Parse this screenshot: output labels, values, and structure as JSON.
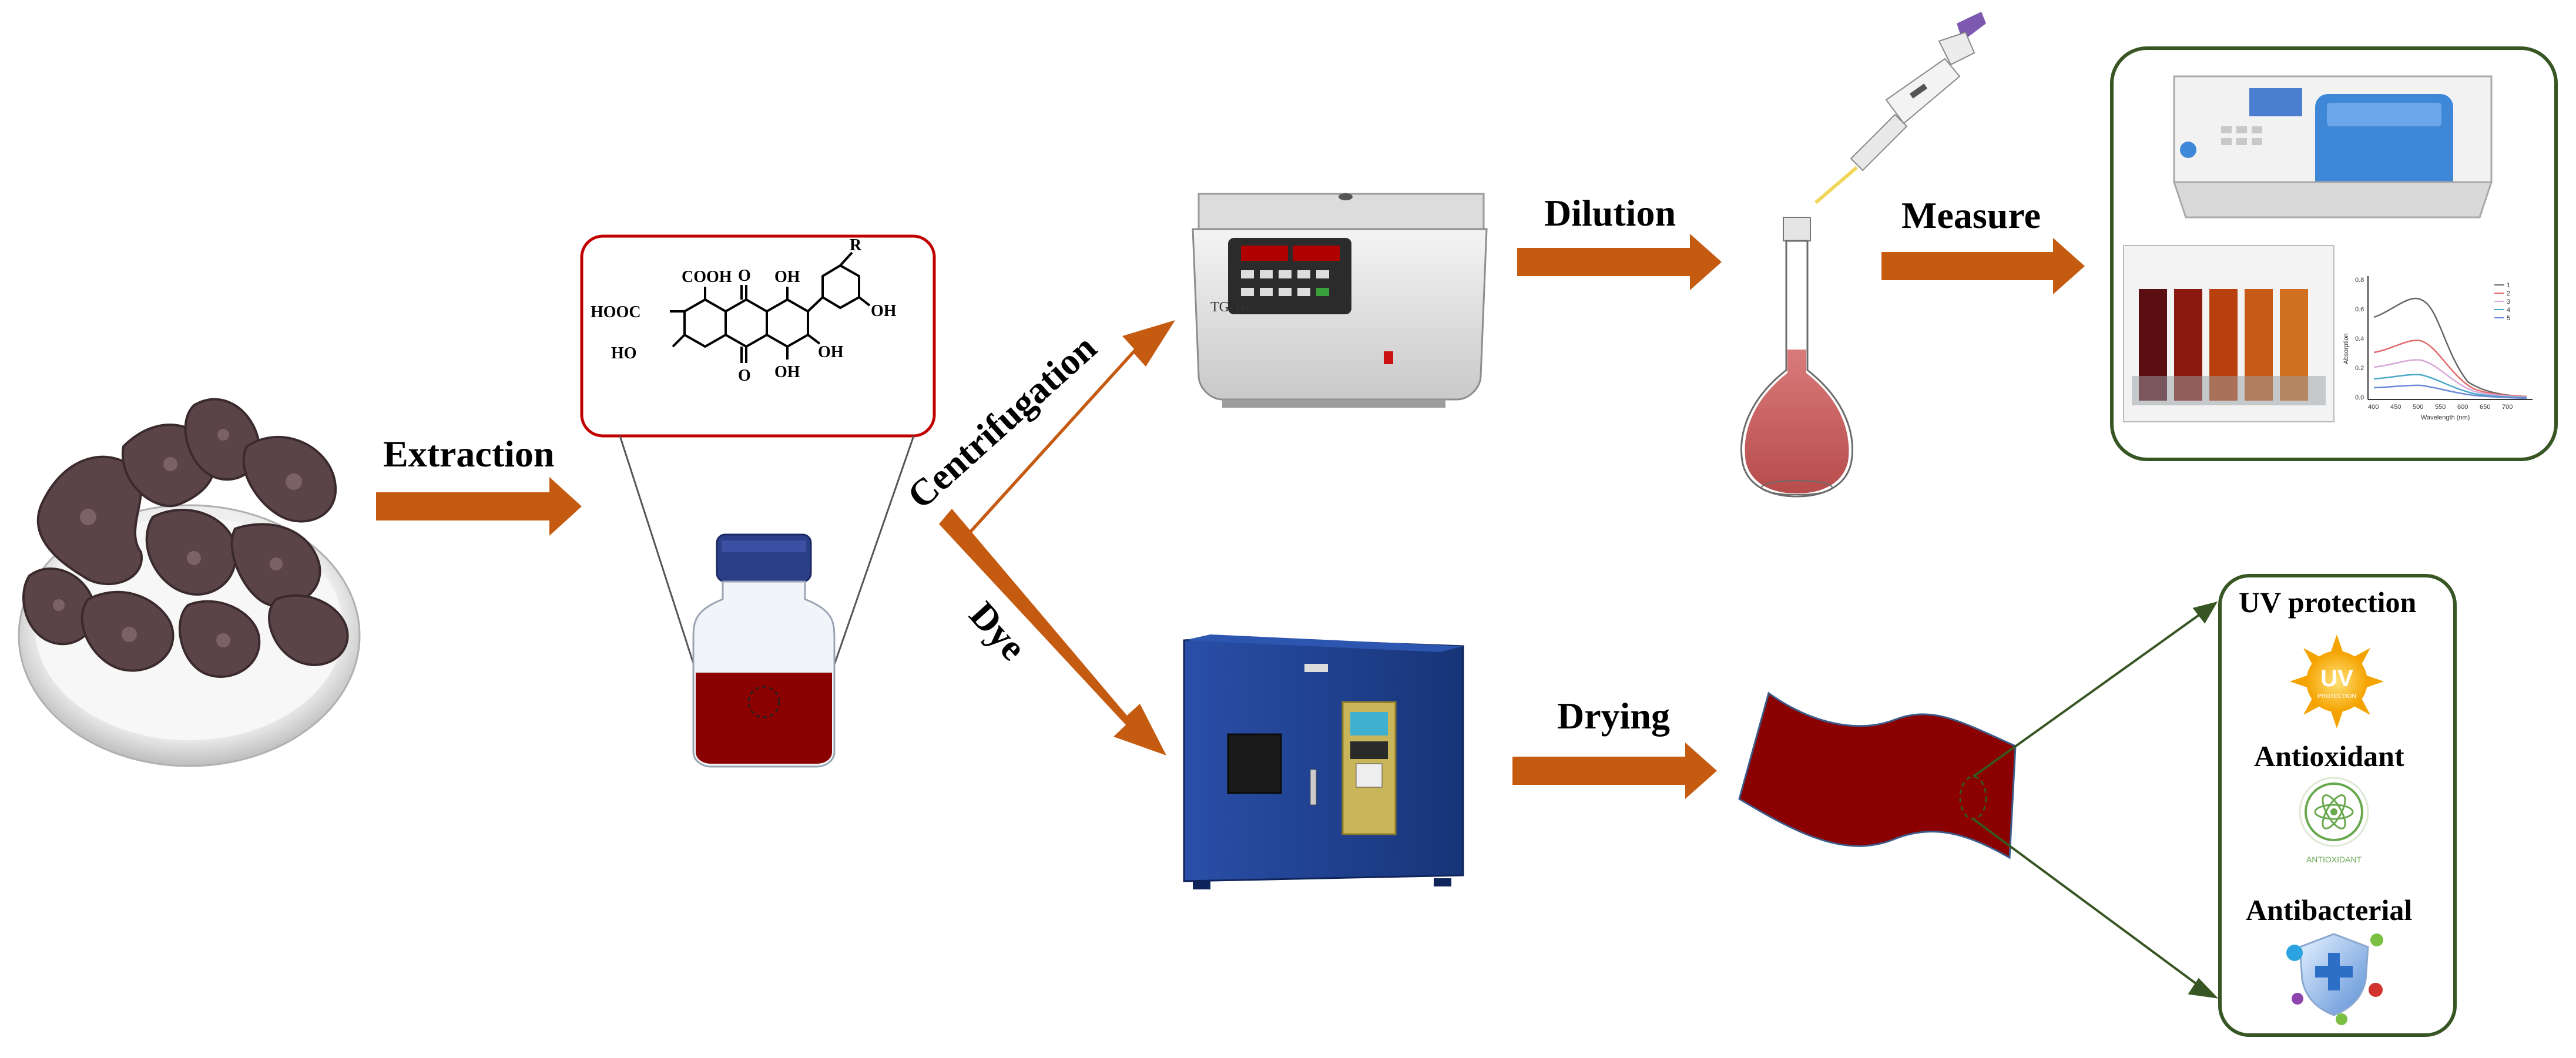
{
  "steps": {
    "extraction": "Extraction",
    "centrifugation": "Centrifugation",
    "dye": "Dye",
    "dilution": "Dilution",
    "measure": "Measure",
    "drying": "Drying"
  },
  "molecule": {
    "cooh": "COOH",
    "hooc": "HOOC",
    "ho_left": "HO",
    "oh_top": "OH",
    "oh_right": "OH",
    "oh_bottom": "OH",
    "oh_ring": "OH",
    "r": "R",
    "o_top": "O",
    "o_bottom": "O"
  },
  "equipment": {
    "centrifuge_model": "TG-16"
  },
  "properties": {
    "uv": "UV protection",
    "antioxidant": "Antioxidant",
    "antibacterial": "Antibacterial",
    "uv_badge": "UV",
    "uv_badge_sub": "PROTECTION",
    "antioxidant_badge": "ANTIOXIDANT"
  },
  "spectrum_chart": {
    "ylabel": "Absorption",
    "xlabel": "Wavelength (nm)",
    "xticks": [
      "400",
      "450",
      "500",
      "550",
      "600",
      "650",
      "700"
    ],
    "yticks": [
      "0.8",
      "0.6",
      "0.4",
      "0.2",
      "0.0"
    ],
    "legend": [
      "1",
      "2",
      "3",
      "4",
      "5"
    ]
  },
  "colors": {
    "arrow": "#c55a11",
    "dye": "#8b0000",
    "frame_green": "#375623",
    "molecule_frame": "#c00000",
    "oven_blue": "#1f3e8c",
    "spectro_blue": "#3f88d8"
  }
}
